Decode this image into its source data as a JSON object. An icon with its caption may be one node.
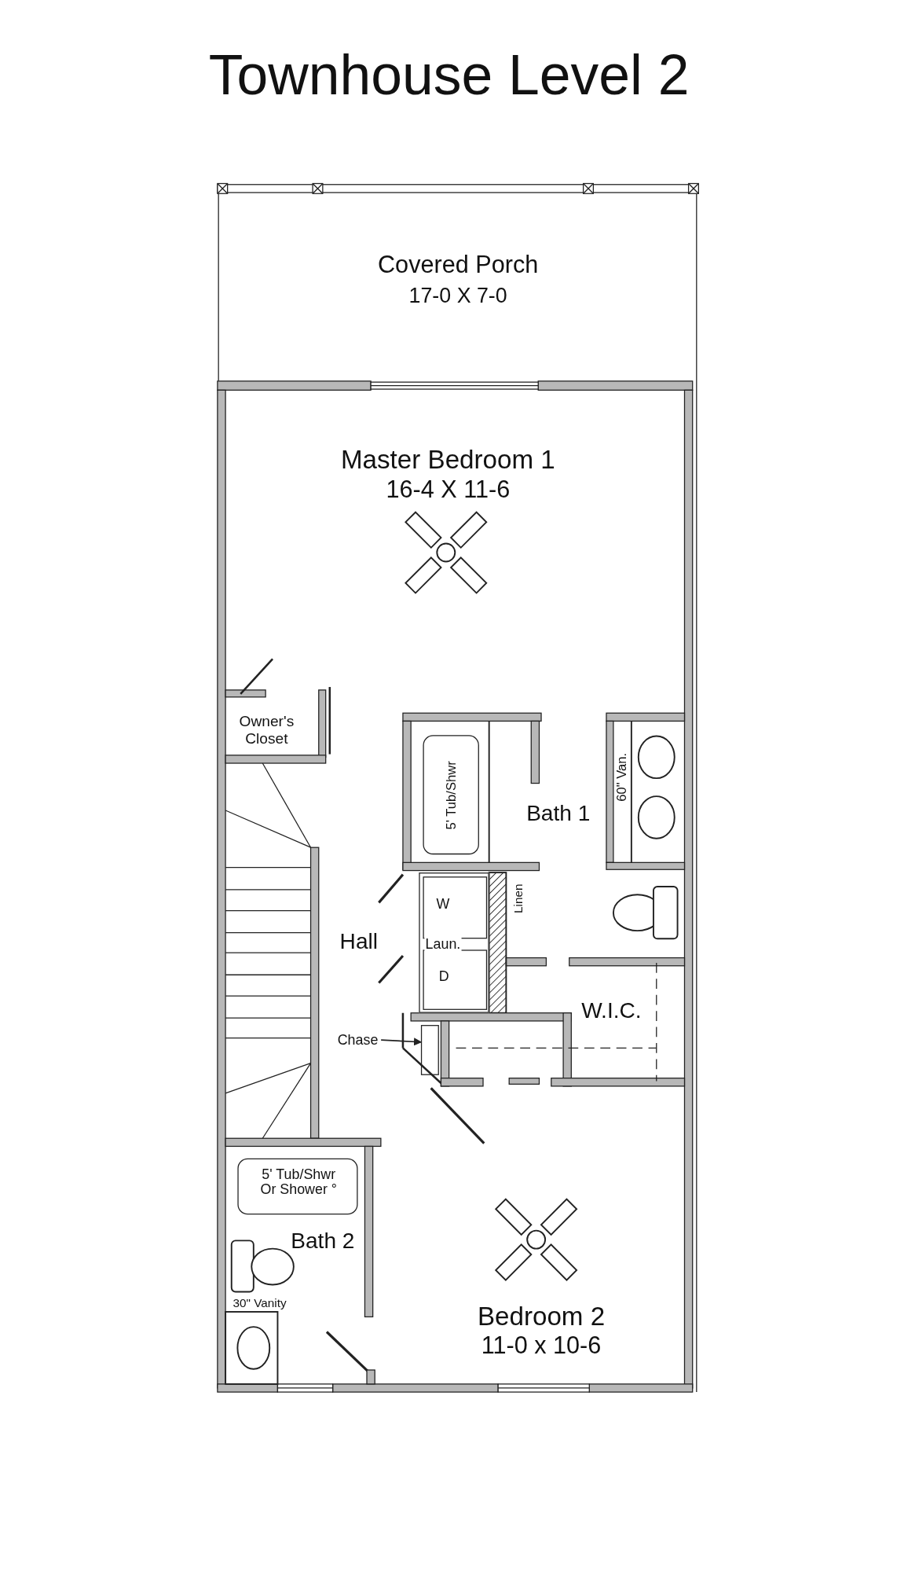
{
  "diagram": {
    "title": "Townhouse Level 2",
    "nodes": [
      {
        "text": [
          "Covered Porch",
          "17-0 X 7-0"
        ]
      },
      {
        "text": [
          "Master Bedroom 1",
          "16-4 X 11-6"
        ]
      },
      {
        "text": [
          "Owner's Closet"
        ]
      },
      {
        "text": [
          "Bath 1"
        ]
      },
      {
        "text": [
          "5' Tub/Shwr"
        ],
        "in": 3
      },
      {
        "text": [
          "60\" Van."
        ],
        "in": 3
      },
      {
        "text": [
          "Laun."
        ]
      },
      {
        "text": [
          "W"
        ],
        "in": 6
      },
      {
        "text": [
          "D"
        ],
        "in": 6
      },
      {
        "text": [
          "Linen"
        ]
      },
      {
        "text": [
          "Hall"
        ]
      },
      {
        "text": [
          "W.I.C."
        ]
      },
      {
        "text": [
          "Chase"
        ]
      },
      {
        "text": [
          "Bath 2"
        ]
      },
      {
        "text": [
          "5' Tub/Shwr Or Shower °"
        ],
        "in": 13
      },
      {
        "text": [
          "Bedroom 2",
          "11-0 x 10-6"
        ]
      },
      {
        "text": [],
        "shape": "box"
      }
    ],
    "edges": [
      {
        "from": 12,
        "to": 16,
        "arrow": "to"
      }
    ],
    "labels": [
      "30\" Vanity"
    ]
  }
}
